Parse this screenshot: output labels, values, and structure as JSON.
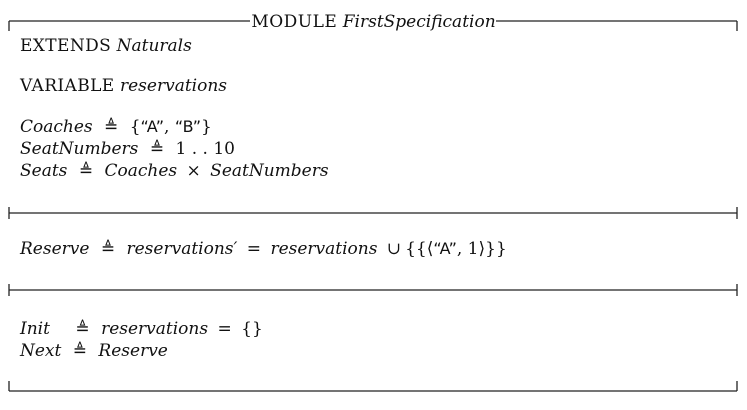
{
  "module": {
    "keyword": "MODULE",
    "name": "FirstSpecification"
  },
  "extends": {
    "keyword": "EXTENDS",
    "module": "Naturals"
  },
  "variable": {
    "keyword": "VARIABLE",
    "name": "reservations"
  },
  "definitions": {
    "coaches": {
      "name": "Coaches",
      "defeq": "≜",
      "open": "{",
      "a": "“A”",
      "comma": ",",
      "b": "“B”",
      "close": "}"
    },
    "seatnumbers": {
      "name": "SeatNumbers",
      "defeq": "≜",
      "value": "1 . . 10"
    },
    "seats": {
      "name": "Seats",
      "defeq": "≜",
      "left": "Coaches",
      "times": "×",
      "right": "SeatNumbers"
    }
  },
  "reserve": {
    "name": "Reserve",
    "defeq": "≜",
    "lhs": "reservations′",
    "eq": "=",
    "rhs": "reservations",
    "union": "∪",
    "open": "{{⟨",
    "coach": "“A”",
    "comma": ",",
    "seat": "1",
    "close": "⟩}}"
  },
  "init": {
    "name": "Init",
    "defeq": "≜",
    "lhs": "reservations",
    "eq": "=",
    "value": "{}"
  },
  "next": {
    "name": "Next",
    "defeq": "≜",
    "value": "Reserve"
  }
}
